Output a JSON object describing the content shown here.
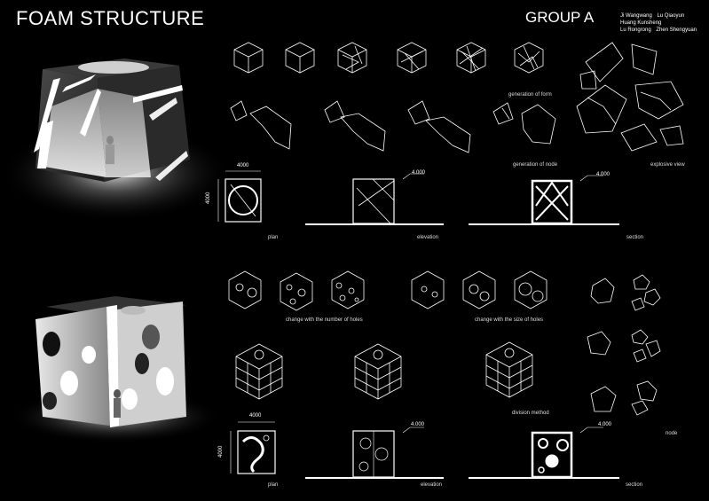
{
  "header": {
    "title": "FOAM STRUCTURE",
    "group": "GROUP A",
    "members": [
      "Ji Wangwang",
      "Lu Qiaoyun",
      "Huang Kunsheng",
      "Lu Rongrong",
      "Zhen Shengyuan"
    ]
  },
  "top": {
    "captions": {
      "generation_of_form": "generation of form",
      "generation_of_node": "generation of node",
      "explosive_view": "explosive view",
      "plan": "plan",
      "elevation": "elevation",
      "section": "section"
    },
    "dimensions": {
      "width": "4000",
      "height": "4000",
      "level_elevation": "4.000",
      "level_section": "4.000"
    }
  },
  "bottom": {
    "captions": {
      "number_of_holes": "change with the number of holes",
      "size_of_holes": "change with the size of holes",
      "division_method": "division method",
      "node": "node",
      "plan": "plan",
      "elevation": "elevation",
      "section": "section"
    },
    "dimensions": {
      "width": "4000",
      "height": "4000",
      "level_elevation": "4.000",
      "level_section": "4.000"
    }
  },
  "colors": {
    "background": "#000000",
    "line": "#ffffff",
    "text": "#ffffff"
  }
}
